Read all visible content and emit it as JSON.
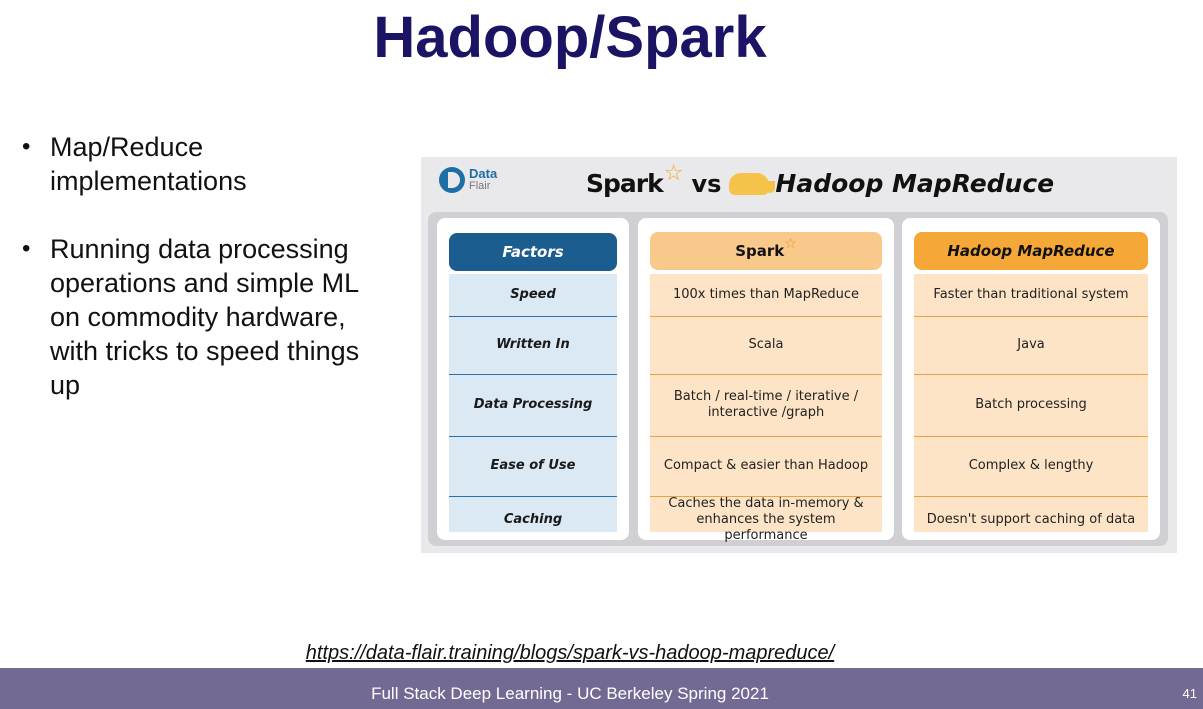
{
  "slide": {
    "title": "Hadoop/Spark",
    "bullets": [
      "Map/Reduce implementations",
      "Running data processing operations and simple ML on commodity hardware, with tricks to speed things up"
    ],
    "source_link": "https://data-flair.training/blogs/spark-vs-hadoop-mapreduce/",
    "footer": "Full Stack Deep Learning - UC Berkeley Spring 2021",
    "page_number": "41"
  },
  "infographic": {
    "logo": {
      "top": "Data",
      "bottom": "Flair",
      "icon": "dataflair-logo-icon"
    },
    "header": {
      "spark": "Spark",
      "vs": "vs",
      "hadoop": "Hadoop MapReduce",
      "spark_icon": "star-icon",
      "hadoop_icon": "elephant-icon"
    },
    "columns": {
      "factors": "Factors",
      "spark": "Spark",
      "hadoop": "Hadoop MapReduce"
    },
    "rows": [
      {
        "factor": "Speed",
        "spark": "100x times than MapReduce",
        "hadoop": "Faster than traditional system"
      },
      {
        "factor": "Written In",
        "spark": "Scala",
        "hadoop": "Java"
      },
      {
        "factor": "Data Processing",
        "spark": "Batch / real-time / iterative / interactive /graph",
        "hadoop": "Batch processing"
      },
      {
        "factor": "Ease of Use",
        "spark": "Compact & easier than Hadoop",
        "hadoop": "Complex & lengthy"
      },
      {
        "factor": "Caching",
        "spark": "Caches the data in-memory & enhances the system performance",
        "hadoop": "Doesn't support caching of data"
      }
    ],
    "colors": {
      "factors_header": "#1b5d8f",
      "spark_header": "#f9c98b",
      "hadoop_header": "#f5a838"
    }
  }
}
